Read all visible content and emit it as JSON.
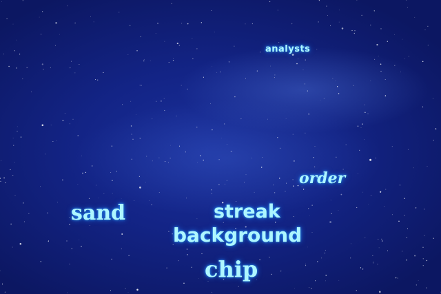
{
  "scene": {
    "description_colors": {
      "sky_dark": "#0c1762",
      "sky_mid": "#1a2f9a",
      "text_glow": "#aef6ff"
    }
  },
  "words": {
    "analysts": "analysts",
    "order": "order",
    "sand": "sand",
    "streak": "streak",
    "background": "background",
    "chip": "chip"
  }
}
